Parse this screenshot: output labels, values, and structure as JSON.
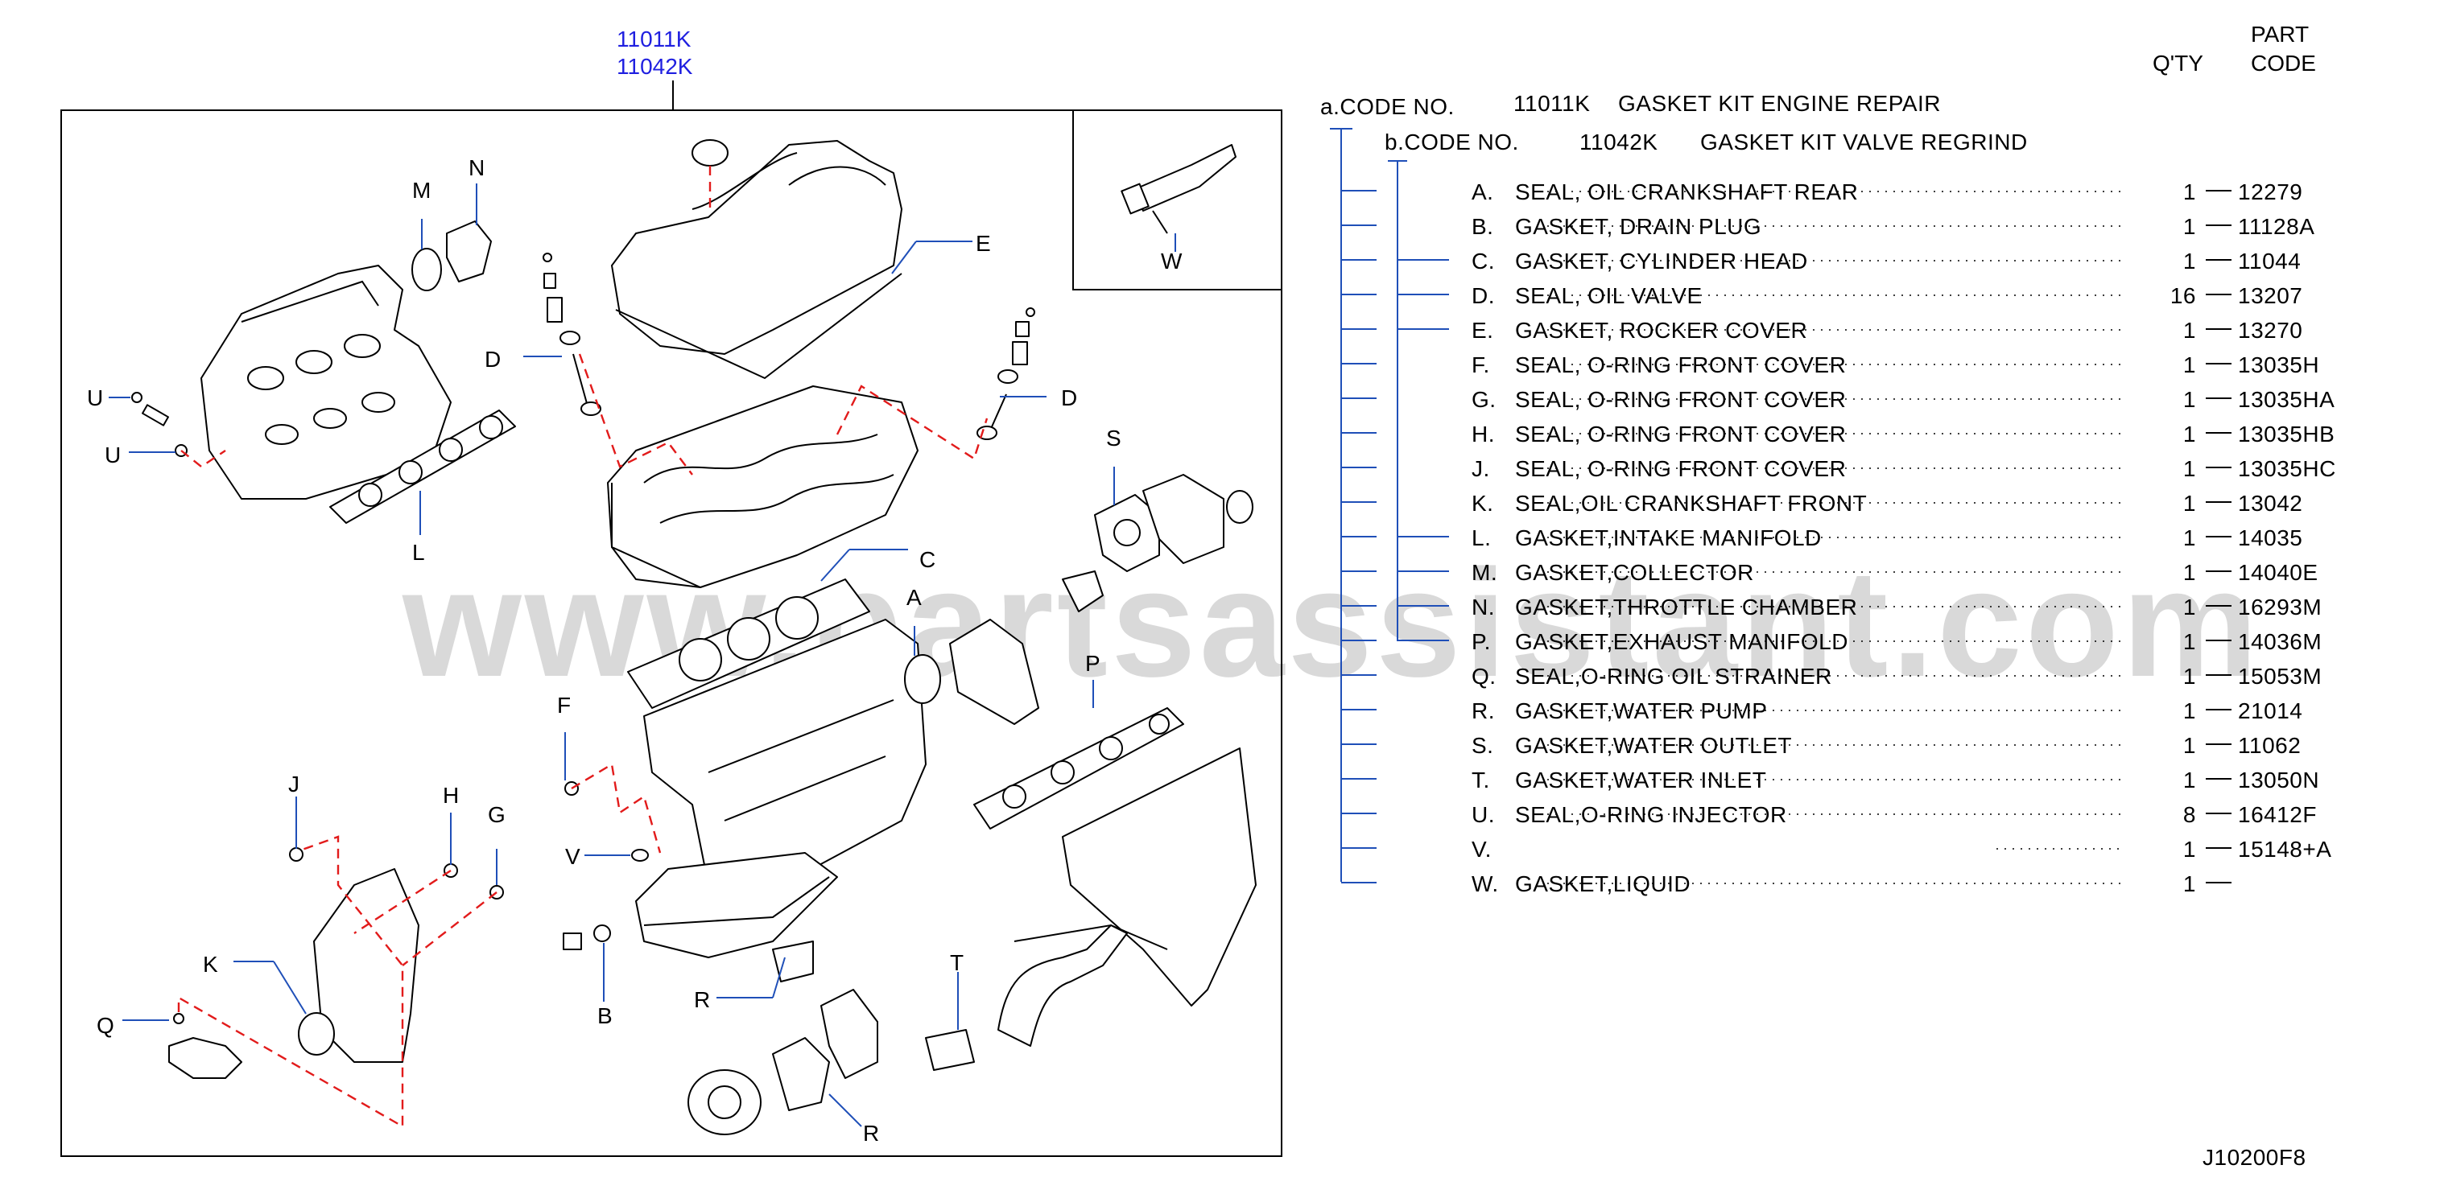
{
  "kit_codes": {
    "a": "11011K",
    "b": "11042K"
  },
  "header": {
    "qty": "Q'TY",
    "part_line1": "PART",
    "part_line2": "CODE"
  },
  "kit_a": {
    "prefix": "a.CODE   NO.",
    "code": "11011K",
    "name": "GASKET   KIT   ENGINE   REPAIR"
  },
  "kit_b": {
    "prefix": "b.CODE   NO.",
    "code": "11042K",
    "name": "GASKET   KIT   VALVE   REGRIND"
  },
  "parts": [
    {
      "letter": "A.",
      "name": "SEAL,   OIL   CRANKSHAFT   REAR",
      "qty": "1",
      "code": "12279",
      "kit_b": false
    },
    {
      "letter": "B.",
      "name": "GASKET,   DRAIN   PLUG",
      "qty": "1",
      "code": "11128A",
      "kit_b": false
    },
    {
      "letter": "C.",
      "name": "GASKET,   CYLINDER   HEAD",
      "qty": "1",
      "code": "11044",
      "kit_b": true
    },
    {
      "letter": "D.",
      "name": "SEAL,   OIL   VALVE",
      "qty": "16",
      "code": "13207",
      "kit_b": true
    },
    {
      "letter": "E.",
      "name": "GASKET,   ROCKER   COVER",
      "qty": "1",
      "code": "13270",
      "kit_b": true
    },
    {
      "letter": "F.",
      "name": "SEAL,   O-RING   FRONT   COVER",
      "qty": "1",
      "code": "13035H",
      "kit_b": false
    },
    {
      "letter": "G.",
      "name": "SEAL,   O-RING   FRONT   COVER",
      "qty": "1",
      "code": "13035HA",
      "kit_b": false
    },
    {
      "letter": "H.",
      "name": "SEAL,   O-RING   FRONT   COVER",
      "qty": "1",
      "code": "13035HB",
      "kit_b": false
    },
    {
      "letter": "J.",
      "name": "SEAL,   O-RING   FRONT   COVER",
      "qty": "1",
      "code": "13035HC",
      "kit_b": false
    },
    {
      "letter": "K.",
      "name": "SEAL,OIL   CRANKSHAFT   FRONT",
      "qty": "1",
      "code": "13042",
      "kit_b": false
    },
    {
      "letter": "L.",
      "name": "GASKET,INTAKE   MANIFOLD",
      "qty": "1",
      "code": "14035",
      "kit_b": true
    },
    {
      "letter": "M.",
      "name": "GASKET,COLLECTOR",
      "qty": "1",
      "code": "14040E",
      "kit_b": true
    },
    {
      "letter": "N.",
      "name": "GASKET,THROTTLE   CHAMBER",
      "qty": "1",
      "code": "16293M",
      "kit_b": true
    },
    {
      "letter": "P.",
      "name": "GASKET,EXHAUST   MANIFOLD",
      "qty": "1",
      "code": "14036M",
      "kit_b": true
    },
    {
      "letter": "Q.",
      "name": "SEAL,O-RING   OIL   STRAINER",
      "qty": "1",
      "code": "15053M",
      "kit_b": false
    },
    {
      "letter": "R.",
      "name": "GASKET,WATER   PUMP",
      "qty": "1",
      "code": "21014",
      "kit_b": false
    },
    {
      "letter": "S.",
      "name": "GASKET,WATER   OUTLET",
      "qty": "1",
      "code": "11062",
      "kit_b": false
    },
    {
      "letter": "T.",
      "name": "GASKET,WATER   INLET",
      "qty": "1",
      "code": "13050N",
      "kit_b": false
    },
    {
      "letter": "U.",
      "name": "SEAL,O-RING   INJECTOR",
      "qty": "8",
      "code": "16412F",
      "kit_b": false
    },
    {
      "letter": "V.",
      "name": "",
      "qty": "1",
      "code": "15148+A",
      "kit_b": false
    },
    {
      "letter": "W.",
      "name": "GASKET,LIQUID",
      "qty": "1",
      "code": "",
      "kit_b": false
    }
  ],
  "callouts": {
    "A": "A",
    "B": "B",
    "C": "C",
    "D": "D",
    "E": "E",
    "F": "F",
    "G": "G",
    "H": "H",
    "J": "J",
    "K": "K",
    "L": "L",
    "M": "M",
    "N": "N",
    "P": "P",
    "Q": "Q",
    "R": "R",
    "S": "S",
    "T": "T",
    "U": "U",
    "V": "V",
    "W": "W"
  },
  "watermark": "www.partsassistant.com",
  "figure_code": "J10200F8"
}
